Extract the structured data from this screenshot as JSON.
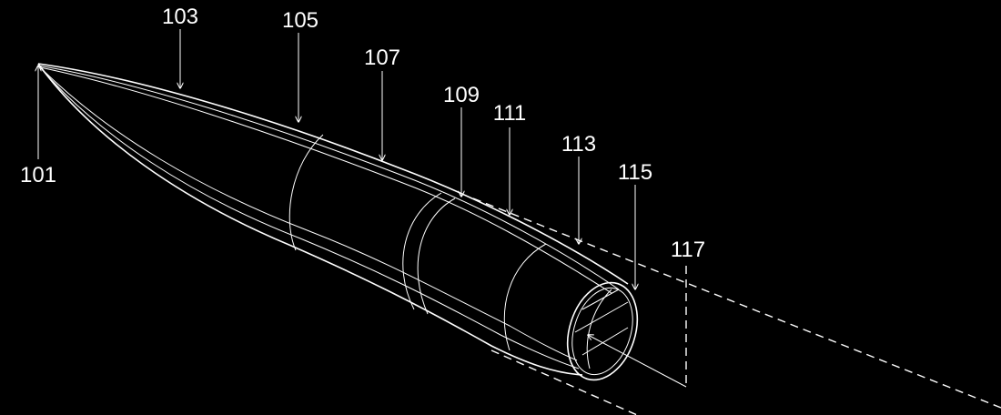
{
  "figure": {
    "background": "#000000",
    "stroke": "#ffffff",
    "labels": [
      {
        "id": "101",
        "text": "101"
      },
      {
        "id": "103",
        "text": "103"
      },
      {
        "id": "105",
        "text": "105"
      },
      {
        "id": "107",
        "text": "107"
      },
      {
        "id": "109",
        "text": "109"
      },
      {
        "id": "111",
        "text": "111"
      },
      {
        "id": "113",
        "text": "113"
      },
      {
        "id": "115",
        "text": "115"
      },
      {
        "id": "117",
        "text": "117"
      }
    ]
  }
}
